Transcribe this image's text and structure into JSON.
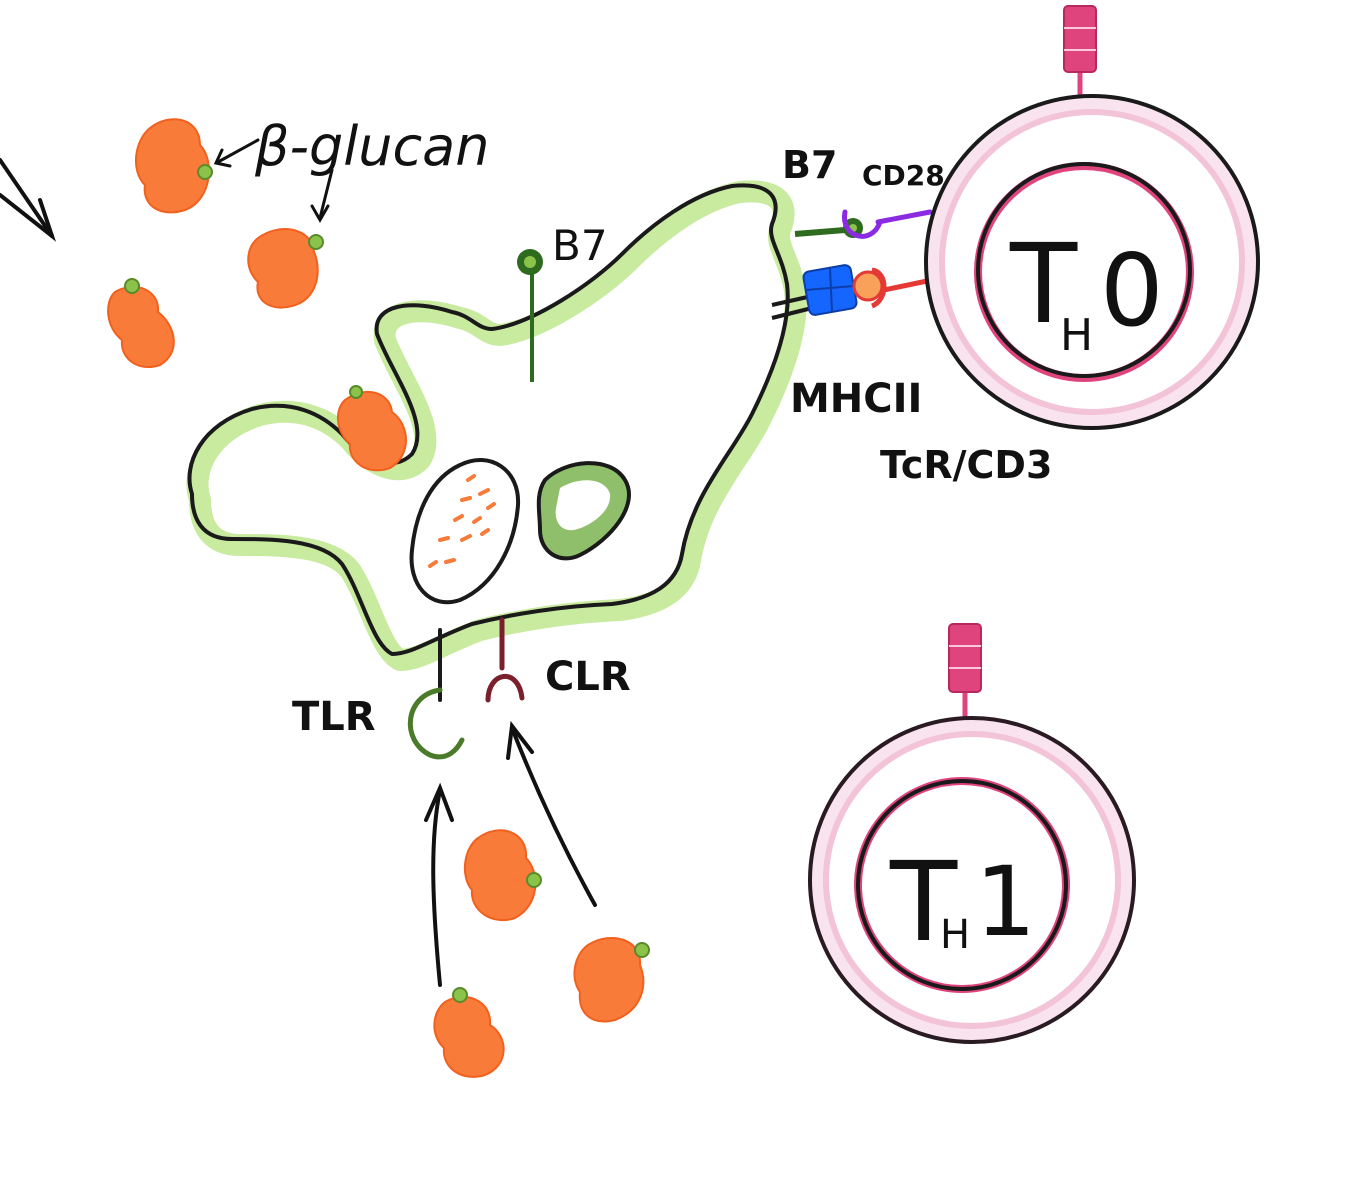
{
  "labels": {
    "beta_glucan": "β-glucan",
    "b7_cell": "B7",
    "b7_contact": "B7",
    "cd28": "CD28",
    "mhcii": "MHCII",
    "tcr_cd3": "TcR/CD3",
    "tlr": "TLR",
    "clr": "CLR",
    "th0_main": "T",
    "th0_sub": "H",
    "th0_num": "0",
    "th1_main": "T",
    "th1_sub": "H",
    "th1_num": "1"
  },
  "colors": {
    "fungus": "#f97b3a",
    "glucan": "#8bc34a",
    "membrane": "#c8eba0",
    "outline": "#1a1a1a",
    "b7": "#2e6b1e",
    "cd28": "#8a2be2",
    "mhcii": "#1565ff",
    "tcr": "#e53935",
    "tcell_ring": "#f8e3ef",
    "tcell_pink": "#e0447c",
    "receptor_red": "#7a1f2b"
  }
}
